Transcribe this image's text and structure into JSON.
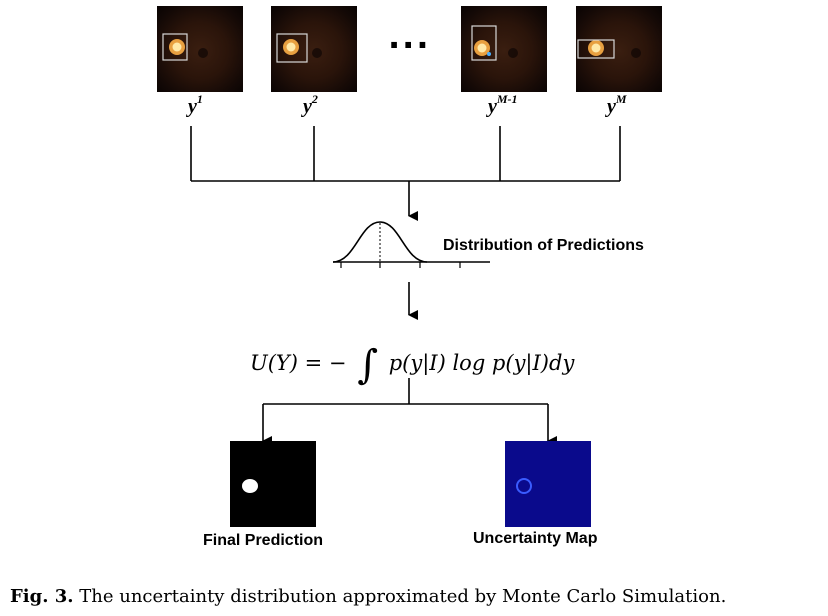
{
  "samples": {
    "labels": [
      "y",
      "y",
      "y",
      "y"
    ],
    "superscripts": [
      "1",
      "2",
      "M-1",
      "M"
    ],
    "ellipsis": "···"
  },
  "distribution_label": "Distribution of Predictions",
  "formula": {
    "lhs": "U(Y) = −",
    "integral": "∫",
    "rhs": "p(y|I) log p(y|I)dy"
  },
  "outputs": {
    "final_label": "Final Prediction",
    "uncertainty_label": "Uncertainty Map"
  },
  "caption": {
    "prefix": "Fig. 3.",
    "text": "The uncertainty distribution approximated by Monte Carlo Simulation."
  },
  "colors": {
    "uncertainty_bg": "#0a0a8c",
    "ring": "#3a5cff",
    "final_bg": "#000000",
    "disc_highlight": "#ffe9a8"
  }
}
